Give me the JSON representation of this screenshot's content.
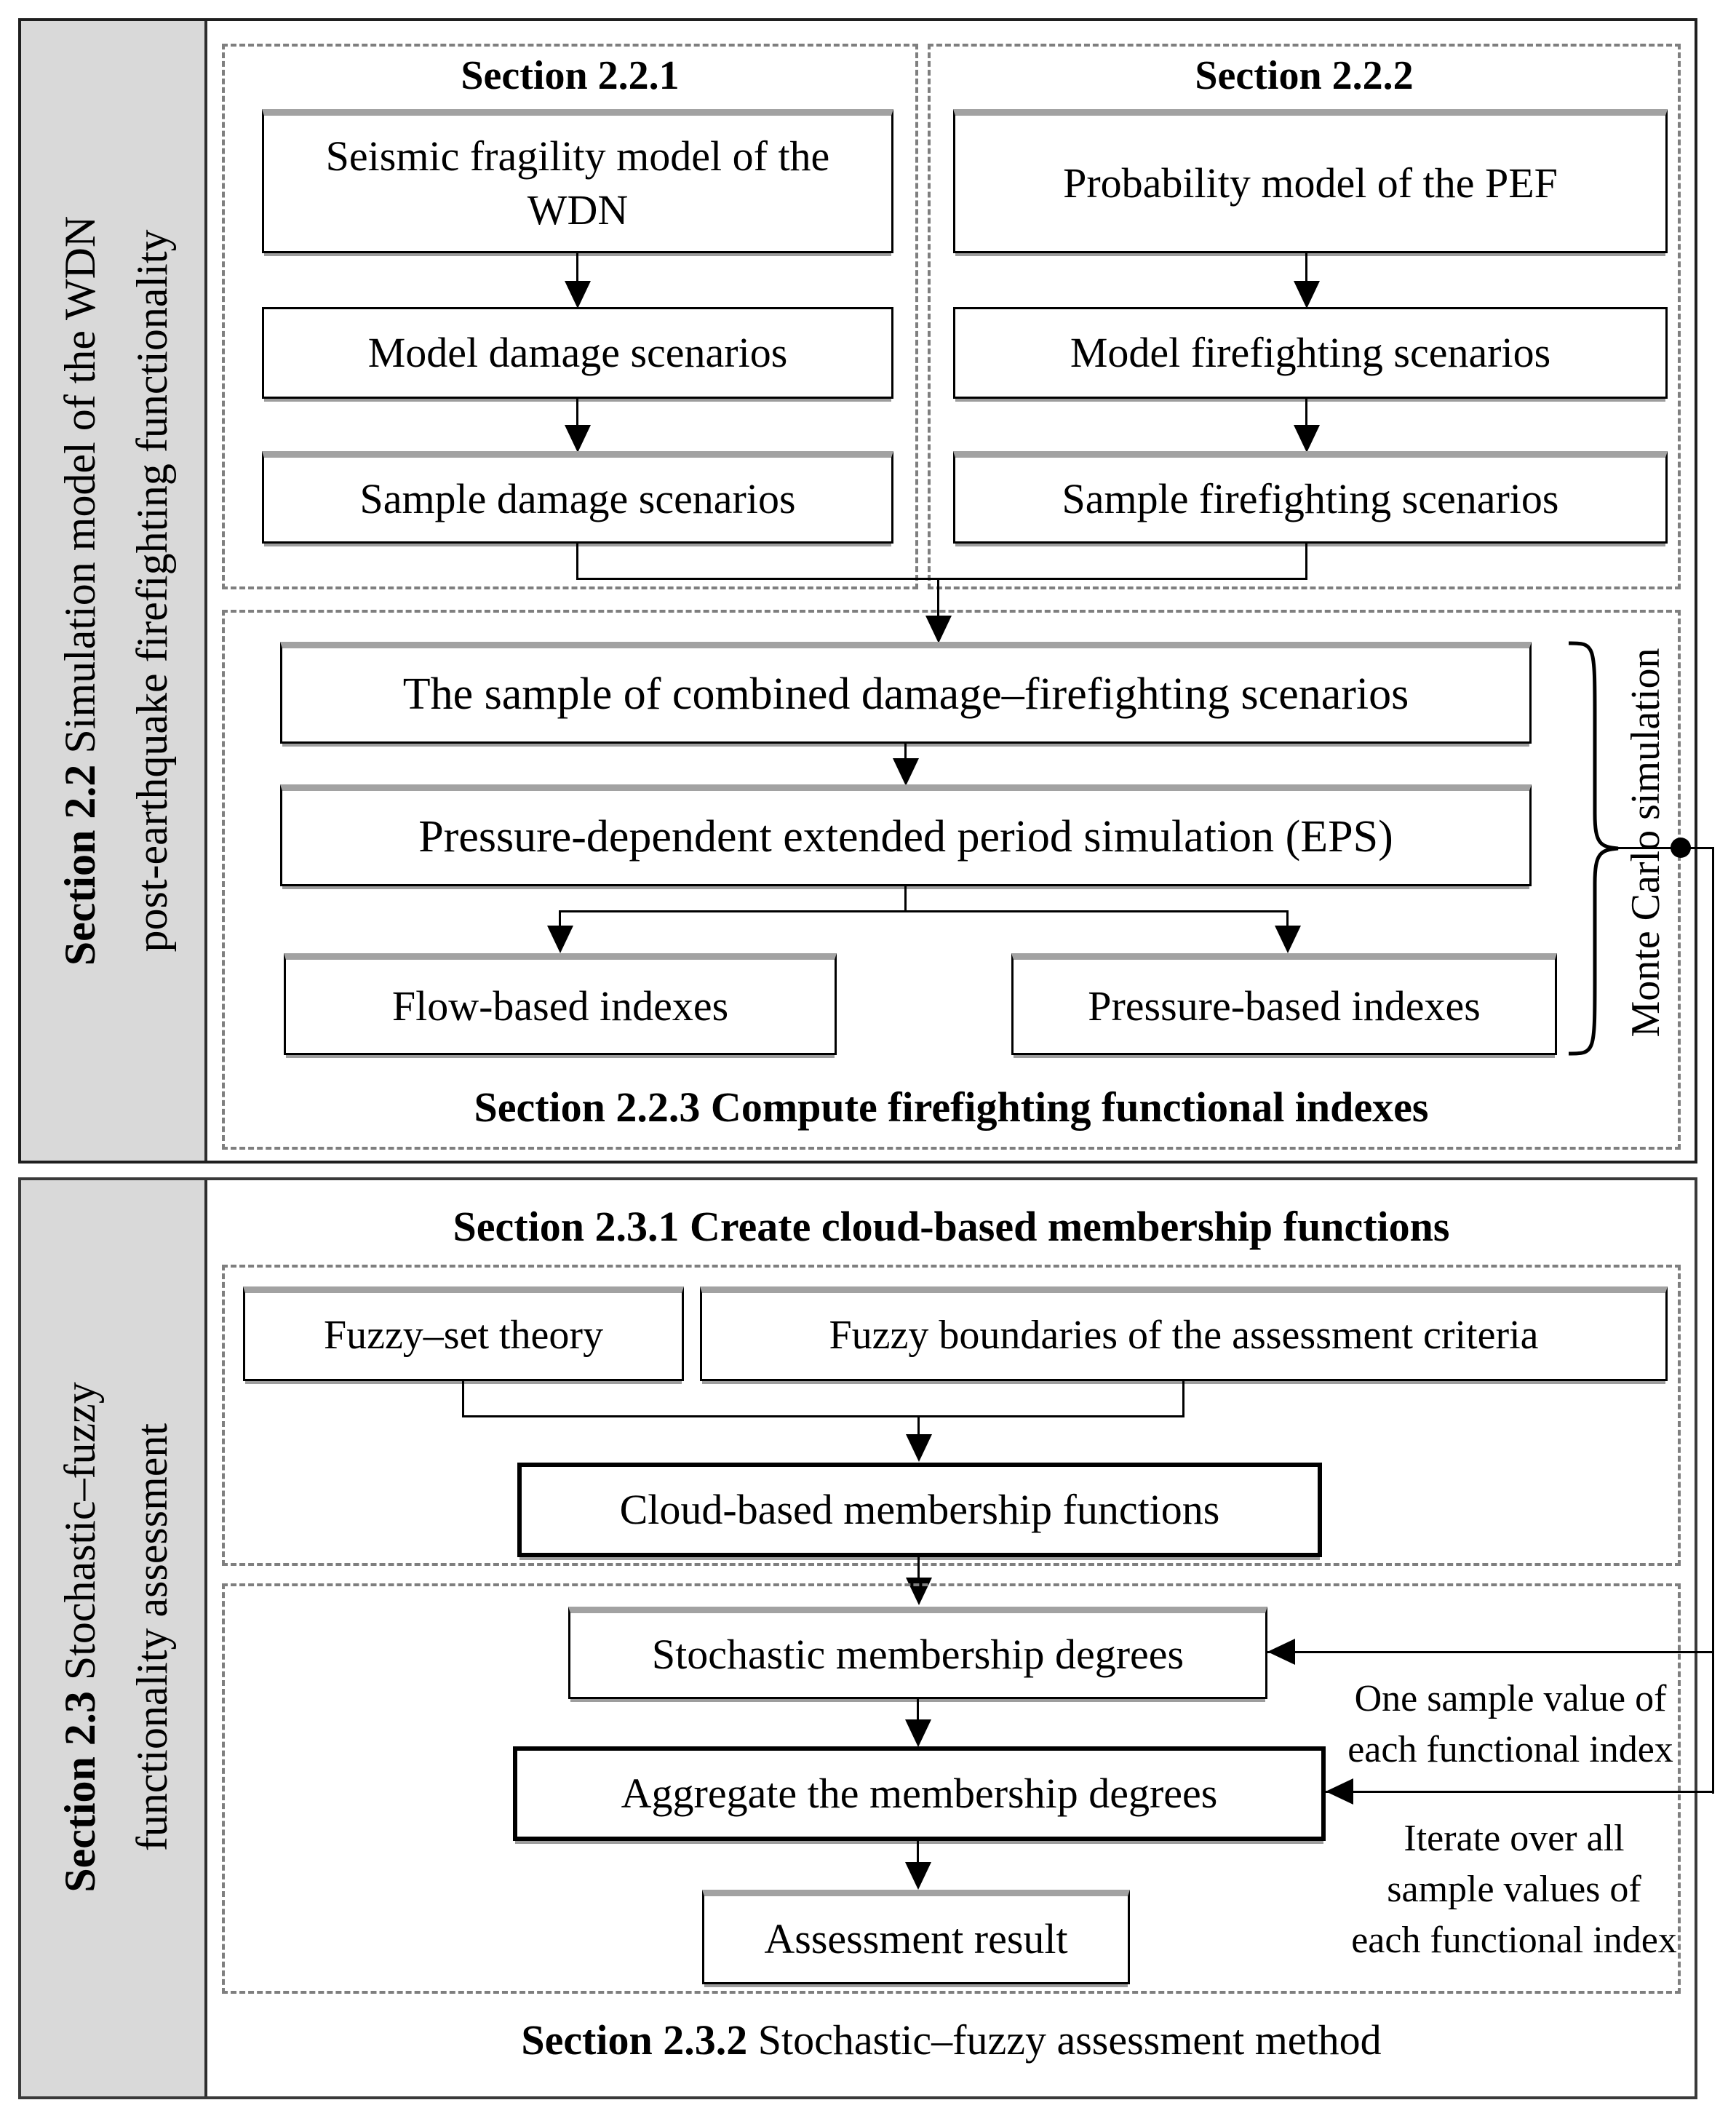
{
  "colors": {
    "sidebar_bg": "#d9d9d9",
    "line": "#000000",
    "dash_border": "#7f7f7f",
    "box_shadow": "#9d9d9d"
  },
  "s22": {
    "sidebar": {
      "bold": "Section 2.2",
      "rest": " Simulation model of the WDN",
      "line2": "post-earthquake firefighting functionality"
    },
    "col1": {
      "header": "Section 2.2.1",
      "boxes": [
        "Seismic fragility model of the WDN",
        "Model damage scenarios",
        "Sample damage scenarios"
      ]
    },
    "col2": {
      "header": "Section 2.2.2",
      "boxes": [
        "Probability model of the PEF",
        "Model firefighting scenarios",
        "Sample firefighting scenarios"
      ]
    },
    "combined": "The sample of combined damage–firefighting scenarios",
    "eps": "Pressure-dependent extended period simulation (EPS)",
    "flow": "Flow-based indexes",
    "pressure": "Pressure-based indexes",
    "caption": "Section 2.2.3 Compute firefighting functional indexes",
    "monte_carlo": "Monte Carlo simulation"
  },
  "s23": {
    "sidebar": {
      "bold": "Section 2.3",
      "rest": " Stochastic–fuzzy",
      "line2": "functionality assessment"
    },
    "heading": "Section 2.3.1 Create cloud-based membership functions",
    "fuzzy_set": "Fuzzy–set theory",
    "fuzzy_boundaries": "Fuzzy boundaries of the assessment criteria",
    "cloud": "Cloud-based membership functions",
    "stochastic": "Stochastic membership degrees",
    "aggregate": "Aggregate the membership degrees",
    "result": "Assessment result",
    "label_one_sample": [
      "One sample value of",
      "each functional index"
    ],
    "label_iterate": [
      "Iterate over all",
      "sample values of",
      "each functional index"
    ],
    "caption_bold": "Section 2.3.2",
    "caption_rest": " Stochastic–fuzzy assessment method"
  }
}
